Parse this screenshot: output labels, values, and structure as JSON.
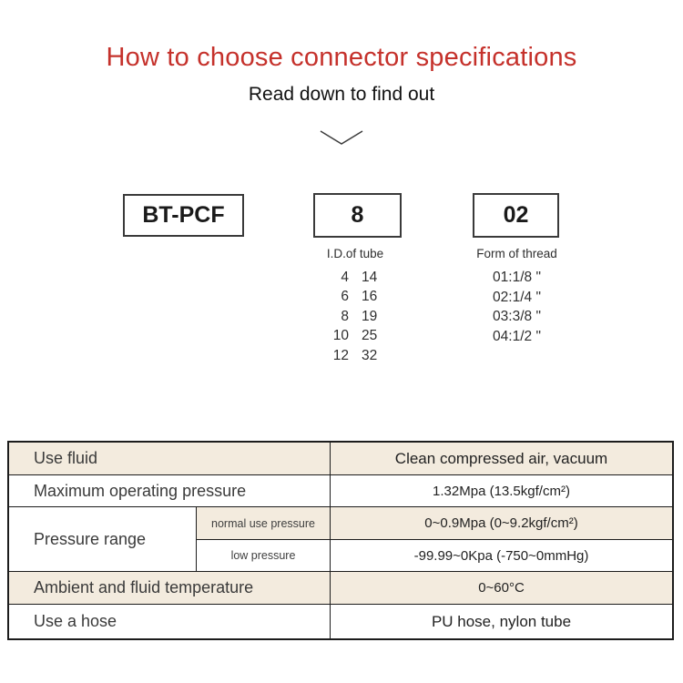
{
  "header": {
    "title": "How to choose connector specifications",
    "subtitle": "Read down to find out"
  },
  "model_code": {
    "series": "BT-PCF",
    "tube_code": "8",
    "thread_code": "02",
    "tube_label": "I.D.of tube",
    "thread_label": "Form of thread"
  },
  "tube_options": [
    [
      "4",
      "14"
    ],
    [
      "6",
      "16"
    ],
    [
      "8",
      "19"
    ],
    [
      "10",
      "25"
    ],
    [
      "12",
      "32"
    ]
  ],
  "thread_options": [
    "01:1/8 \"",
    "02:1/4 \"",
    "03:3/8 \"",
    "04:1/2 \""
  ],
  "spec_table": {
    "use_fluid": {
      "label": "Use fluid",
      "value": "Clean compressed air, vacuum"
    },
    "max_pressure": {
      "label": "Maximum operating pressure",
      "value": "1.32Mpa (13.5kgf/cm²)"
    },
    "pressure_range": {
      "label": "Pressure range",
      "normal": {
        "label": "normal use pressure",
        "value": "0~0.9Mpa (0~9.2kgf/cm²)"
      },
      "low": {
        "label": "low pressure",
        "value": "-99.99~0Kpa (-750~0mmHg)"
      }
    },
    "temperature": {
      "label": "Ambient and fluid temperature",
      "value": "0~60°C"
    },
    "hose": {
      "label": "Use a hose",
      "value": "PU hose, nylon tube"
    }
  },
  "colors": {
    "title_red": "#c5312b",
    "stripe_beige": "#f3ebde",
    "border_dark": "#1c1c1c"
  }
}
